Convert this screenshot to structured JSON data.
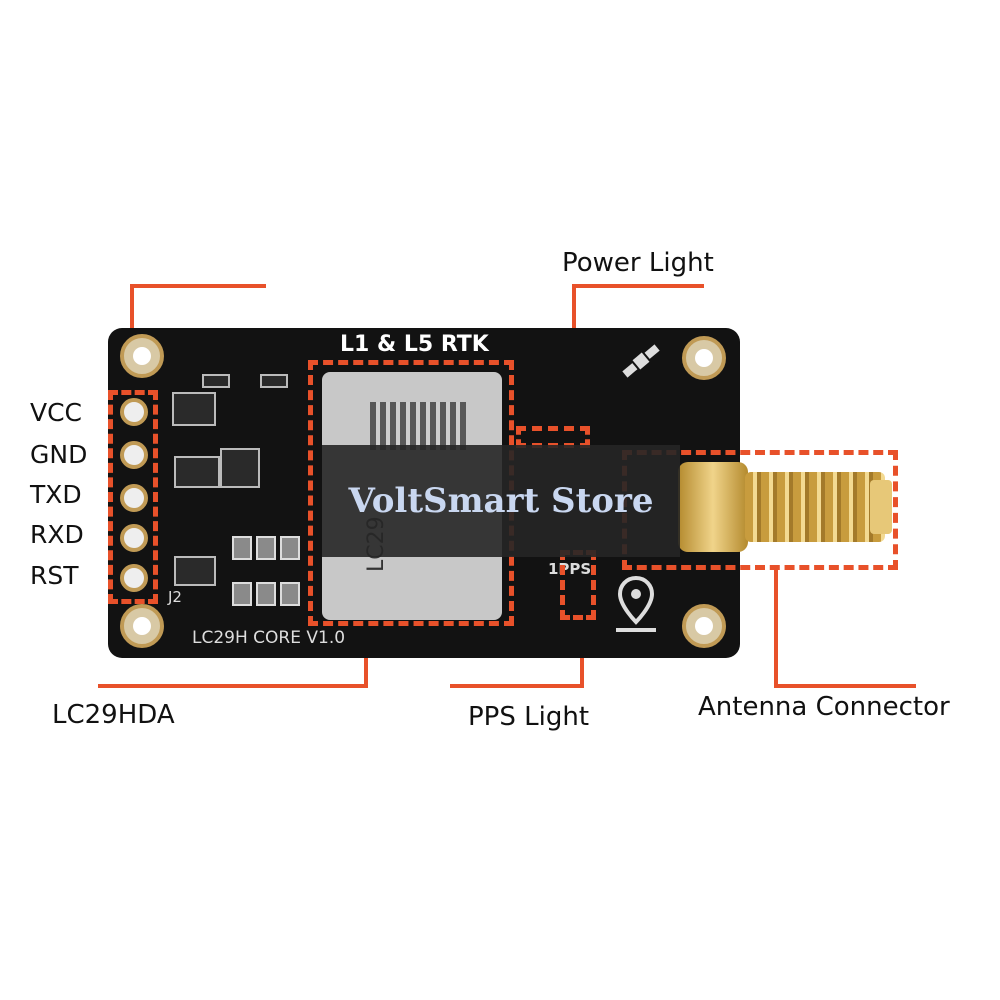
{
  "labels": {
    "top": "L1 & L5 RTK",
    "power_light": "Power Light",
    "pps_light": "PPS Light",
    "antenna_connector": "Antenna Connector",
    "chip": "LC29HDA"
  },
  "pins": [
    "VCC",
    "GND",
    "TXD",
    "RXD",
    "RST"
  ],
  "board": {
    "name": "LC29H CORE V1.0",
    "header": "J2",
    "pps_silk": "1PPS",
    "module_mark": "LC29"
  },
  "watermark": "VoltSmart Store",
  "icons": [
    "satellite-icon",
    "location-pin-icon"
  ],
  "colors": {
    "callout": "#e8512a",
    "board": "#121212",
    "connector_gold": "#d4a94a"
  }
}
